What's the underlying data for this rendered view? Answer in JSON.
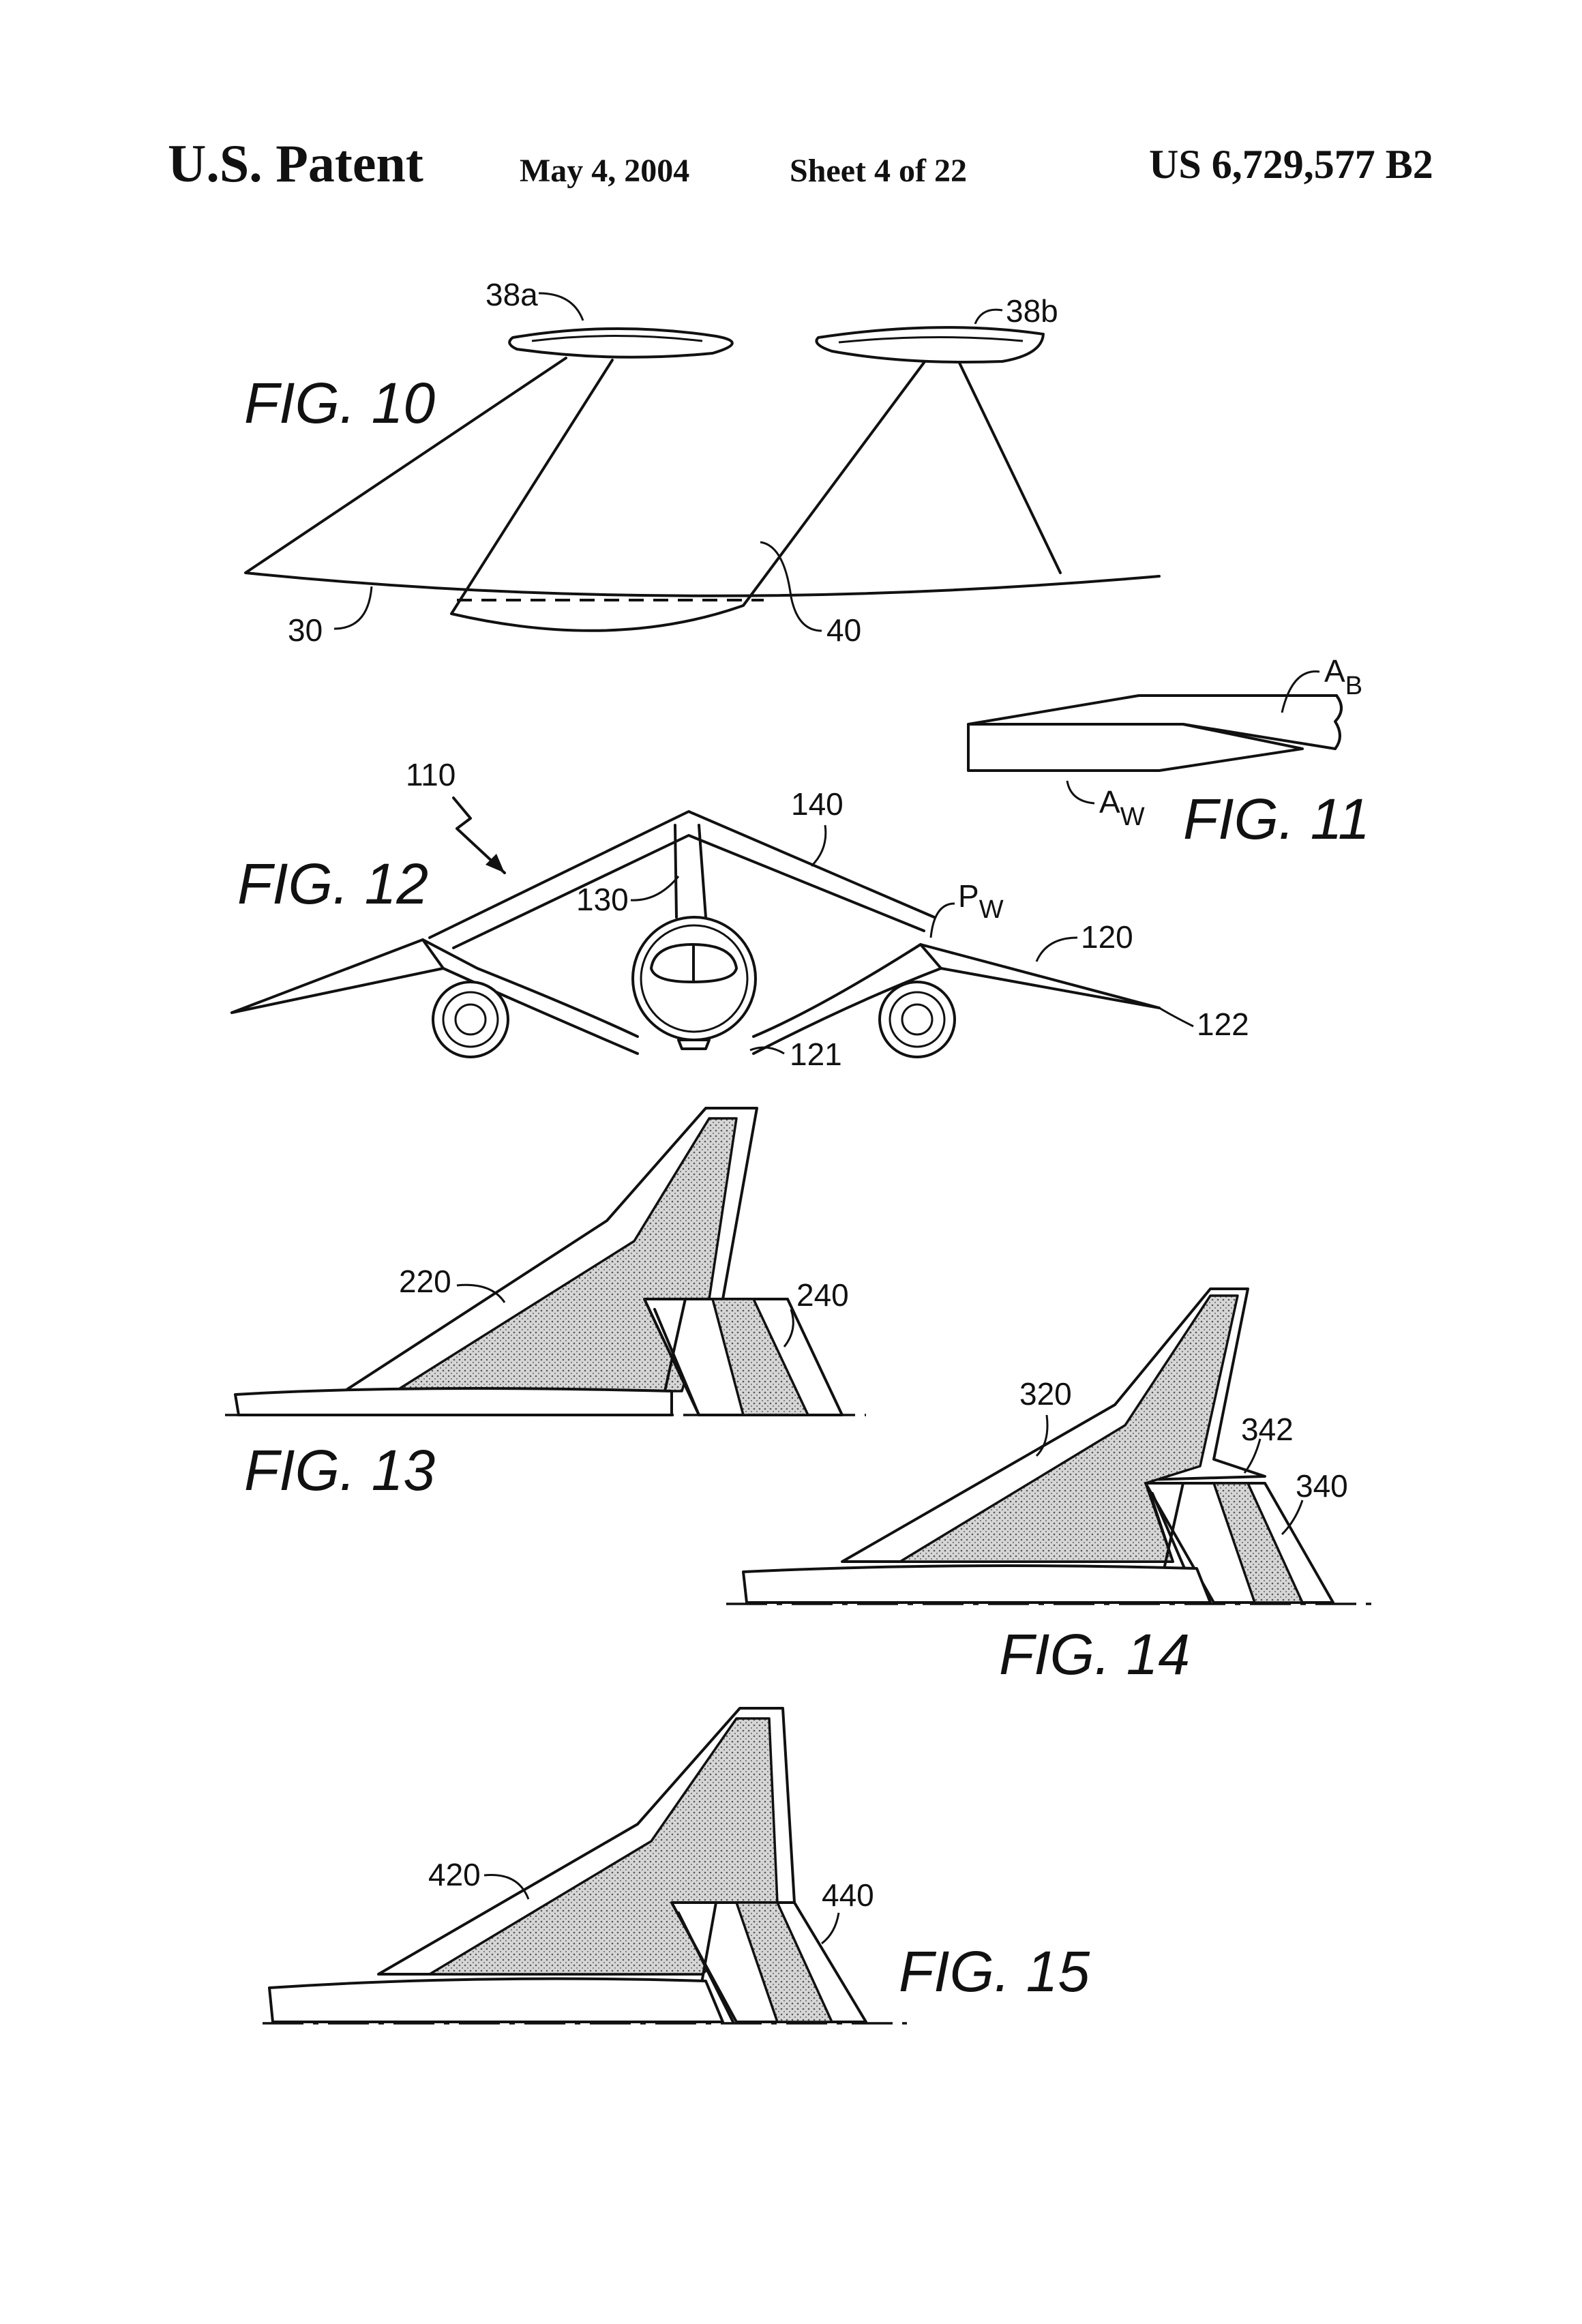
{
  "header": {
    "left": "U.S. Patent",
    "date": "May 4, 2004",
    "sheet": "Sheet 4 of 22",
    "patent_number": "US 6,729,577 B2"
  },
  "figures": {
    "fig10": {
      "label": "FIG. 10",
      "refs": {
        "r38a": "38a",
        "r38b": "38b",
        "r30": "30",
        "r40": "40"
      }
    },
    "fig11": {
      "label": "FIG. 11",
      "refs": {
        "rAB_main": "A",
        "rAB_sub": "B",
        "rAW_main": "A",
        "rAW_sub": "W"
      }
    },
    "fig12": {
      "label": "FIG. 12",
      "refs": {
        "r110": "110",
        "r140": "140",
        "r130": "130",
        "rPW_main": "P",
        "rPW_sub": "W",
        "r120": "120",
        "r121": "121",
        "r122": "122"
      }
    },
    "fig13": {
      "label": "FIG. 13",
      "refs": {
        "r220": "220",
        "r240": "240"
      }
    },
    "fig14": {
      "label": "FIG. 14",
      "refs": {
        "r320": "320",
        "r342": "342",
        "r340": "340"
      }
    },
    "fig15": {
      "label": "FIG. 15",
      "refs": {
        "r420": "420",
        "r440": "440"
      }
    }
  }
}
